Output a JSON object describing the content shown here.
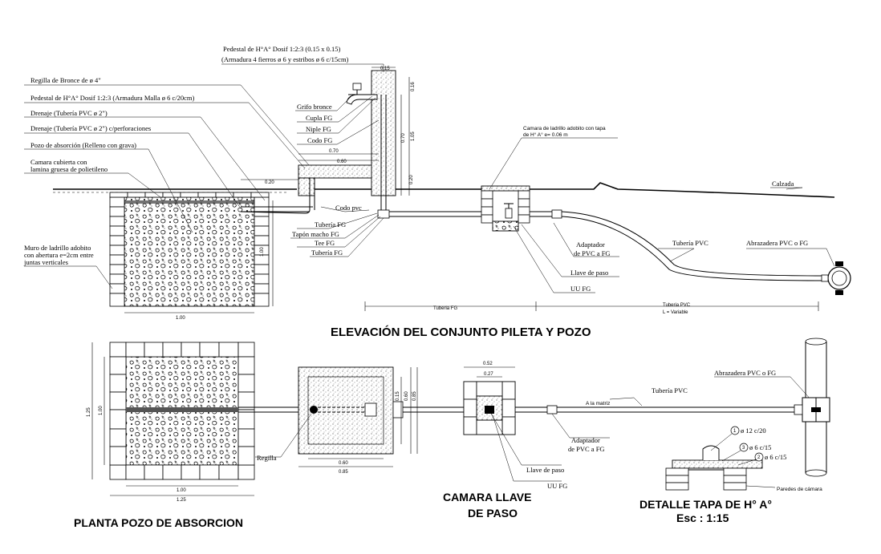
{
  "labels": {
    "pedestal_top_1": "Pedestal de H°A° Dosif 1:2:3 (0.15 x 0.15)",
    "pedestal_top_2": "(Armadura 4 fierros ø 6 y estribos ø 6 c/15cm)",
    "rejilla": "Regilla de Bronce de ø 4\"",
    "pedestal_malla": "Pedestal de H°A° Dosif 1:2:3 (Armadura Malla ø 6  c/20cm)",
    "drenaje1": "Drenaje (Tubería PVC ø 2\")",
    "drenaje2": "Drenaje (Tubería PVC ø 2\") c/perforaciones",
    "pozo_abs": "Pozo de absorción (Relleno con grava)",
    "camara_cub_1": "Camara cubierta con",
    "camara_cub_2": "lamina gruesa de polietileno",
    "muro_1": "Muro de ladrillo adobito",
    "muro_2": "con abertura e=2cm entre",
    "muro_3": "juntas verticales",
    "grifo": "Grifo bronce",
    "cupla": "Cupla FG",
    "niple": "Niple FG",
    "codo_fg": "Codo FG",
    "codo_pvc": "Codo pvc",
    "tuberia_fg_1": "Tubería FG",
    "tapon": "Tapón macho FG",
    "tee": "Tee FG",
    "tuberia_fg_2": "Tubería FG",
    "camara_ladrillo_1": "Camara de ladrillo adobito con tapa",
    "camara_ladrillo_2": "de H° A° e= 0.06 m",
    "calzada": "Calzada",
    "tuberia_pvc": "Tubería PVC",
    "abrazadera": "Abrazadera PVC o FG",
    "adaptador_1": "Adaptador",
    "adaptador_2": "de PVC a FG",
    "llave_paso": "Llave de paso",
    "uu_fg": "UU FG",
    "tuberia_fg_dim": "Tuberia FG",
    "tuberia_pvc_dim_1": "Tuberia PVC",
    "tuberia_pvc_dim_2": "L = Variable",
    "regilla": "Regilla",
    "a_la_matriz": "A la matriz",
    "tuberia_pvc_plan": "Tubería PVC",
    "abrazadera_plan": "Abrazadera PVC o FG",
    "adaptador_plan_1": "Adaptador",
    "adaptador_plan_2": "de PVC a FG",
    "llave_plan": "Llave de paso",
    "uu_plan": "UU FG",
    "det1": "ø 12 c/20",
    "det2": "ø 6 c/15",
    "det3": "ø 6 c/15",
    "det_n1": "1",
    "det_n2": "2",
    "det_n3": "3",
    "paredes": "Paredes de cámara"
  },
  "dims": {
    "d015": "0.15",
    "d016": "0.16",
    "d070v": "0.70",
    "d105": "1.05",
    "d020": "0.20",
    "d070": "0.70",
    "d060": "0.60",
    "d020h": "0.20",
    "d100v": "1.00",
    "d100": "1.00",
    "p125v": "1.25",
    "p100v": "1.00",
    "p100": "1.00",
    "p125": "1.25",
    "c015": "0.15",
    "c060v": "0.60",
    "c085v": "0.85",
    "c060": "0.60",
    "c085": "0.85",
    "k052": "0.52",
    "k027": "0.27"
  },
  "titles": {
    "elevacion": "ELEVACIÓN DEL CONJUNTO PILETA Y POZO",
    "planta": "PLANTA POZO DE ABSORCION",
    "camara_1": "CAMARA LLAVE",
    "camara_2": "DE PASO",
    "detalle": "DETALLE TAPA DE H° A°",
    "escala": "Esc : 1:15"
  }
}
